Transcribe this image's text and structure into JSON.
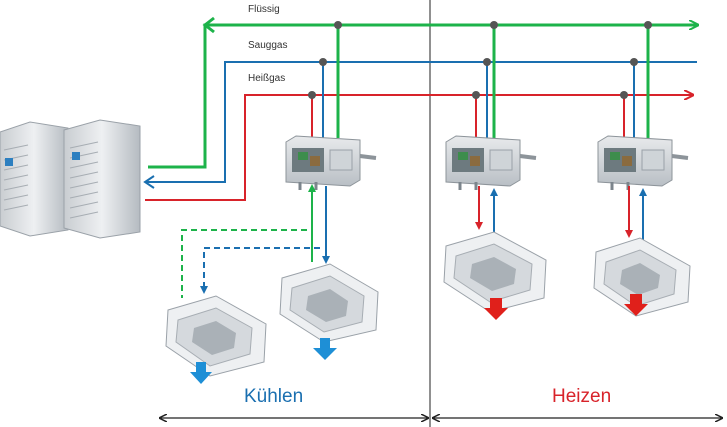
{
  "pipes": {
    "liquid": {
      "label": "Flüssig",
      "color": "#1db34a"
    },
    "suction": {
      "label": "Sauggas",
      "color": "#1a6fb0"
    },
    "hotgas": {
      "label": "Heißgas",
      "color": "#d8232a"
    }
  },
  "modes": {
    "cooling": {
      "label": "Kühlen",
      "color": "#1a6fb0"
    },
    "heating": {
      "label": "Heizen",
      "color": "#d8232a"
    }
  },
  "colors": {
    "node": "#555555",
    "divider": "#222222",
    "unit_body": "#d9dde0",
    "unit_grill": "#b8bec4",
    "cassette_face": "#eef0f2",
    "cassette_panel": "#c7ccd1",
    "cool_air": "#1e8fd6",
    "heat_air": "#e0201b"
  },
  "icons": {
    "outdoor_unit": "outdoor-unit-icon",
    "bs_box": "bs-box-icon",
    "cassette": "ceiling-cassette-icon"
  }
}
